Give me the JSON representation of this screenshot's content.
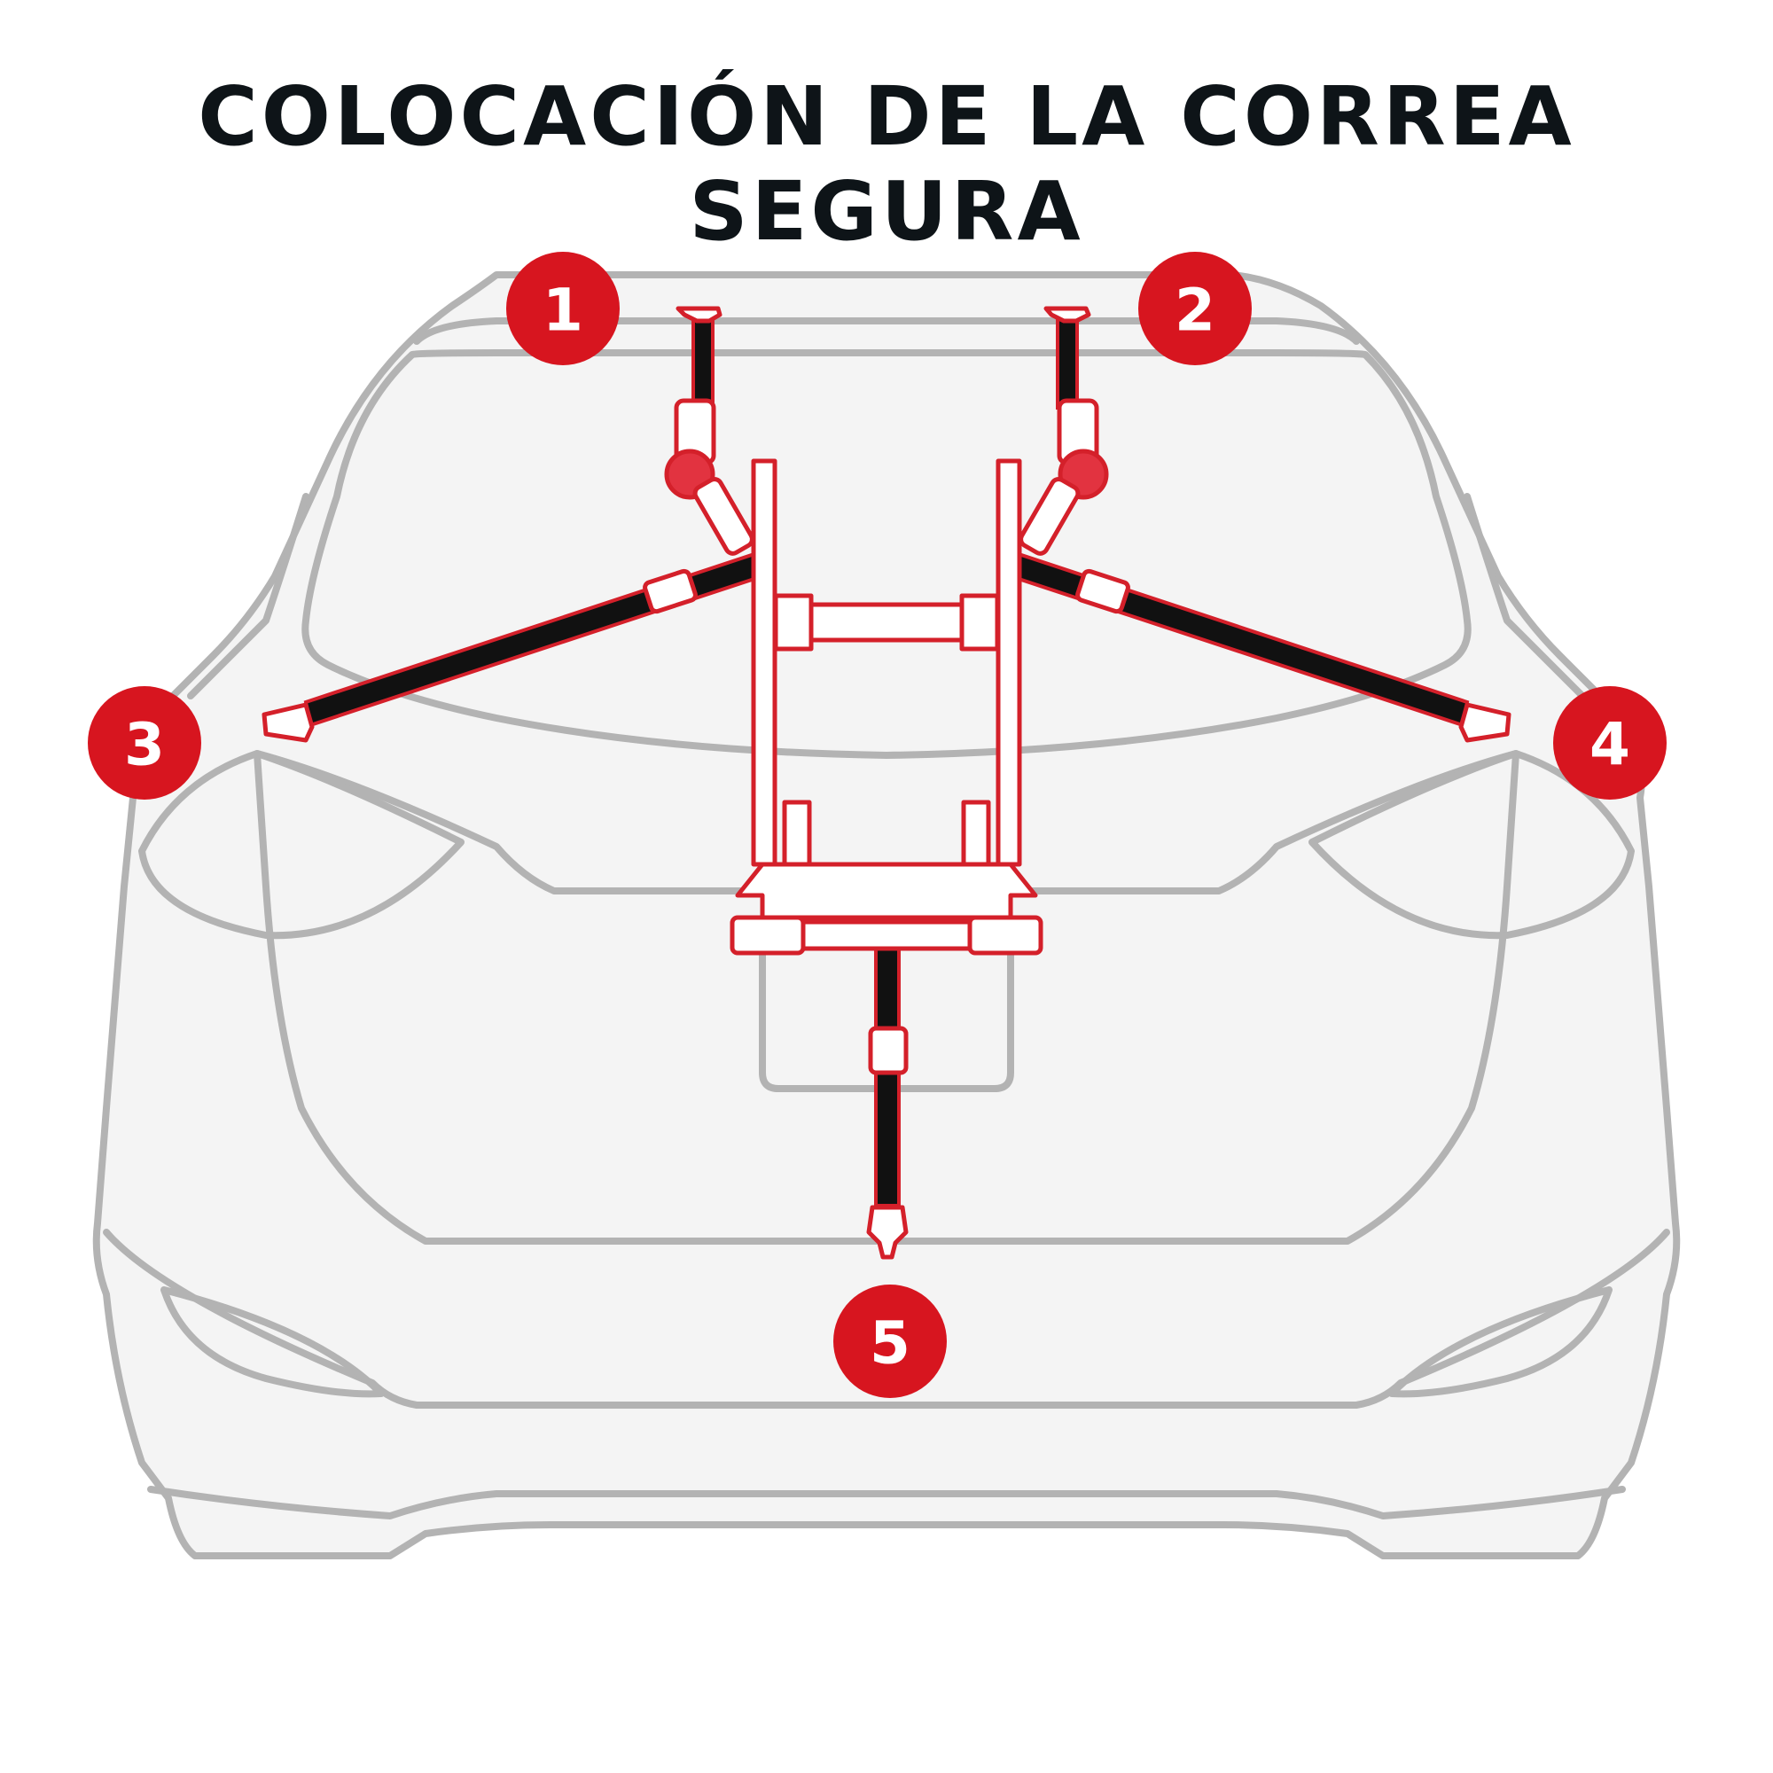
{
  "title": "COLOCACIÓN DE LA CORREA SEGURA",
  "colors": {
    "accent": "#d7151f",
    "strap": "#111111",
    "car_outline": "#b3b3b3"
  },
  "markers": [
    "1",
    "2",
    "3",
    "4",
    "5"
  ]
}
